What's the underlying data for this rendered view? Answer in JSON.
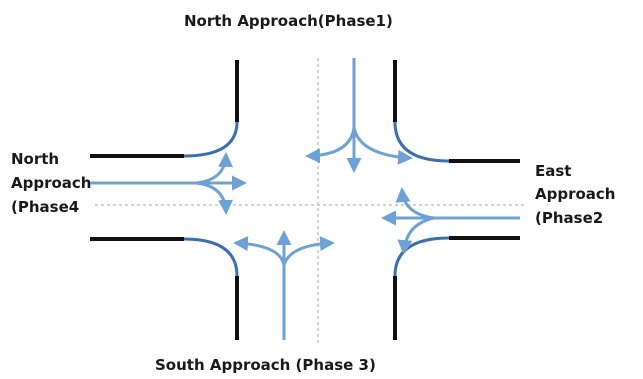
{
  "labels": {
    "north_top": "North Approach(Phase1)",
    "west_line1": "North",
    "west_line2": "Approach",
    "west_line3": "(Phase4",
    "east_line1": "East",
    "east_line2": "Approach",
    "east_line3": "(Phase2",
    "south_bottom": "South Approach (Phase 3)"
  },
  "colors": {
    "curb": "#111111",
    "curb_corner": "#3d6fb0",
    "arrow": "#6ea2d4",
    "centerline": "#a8a8a8",
    "text": "#1a1a1a"
  }
}
